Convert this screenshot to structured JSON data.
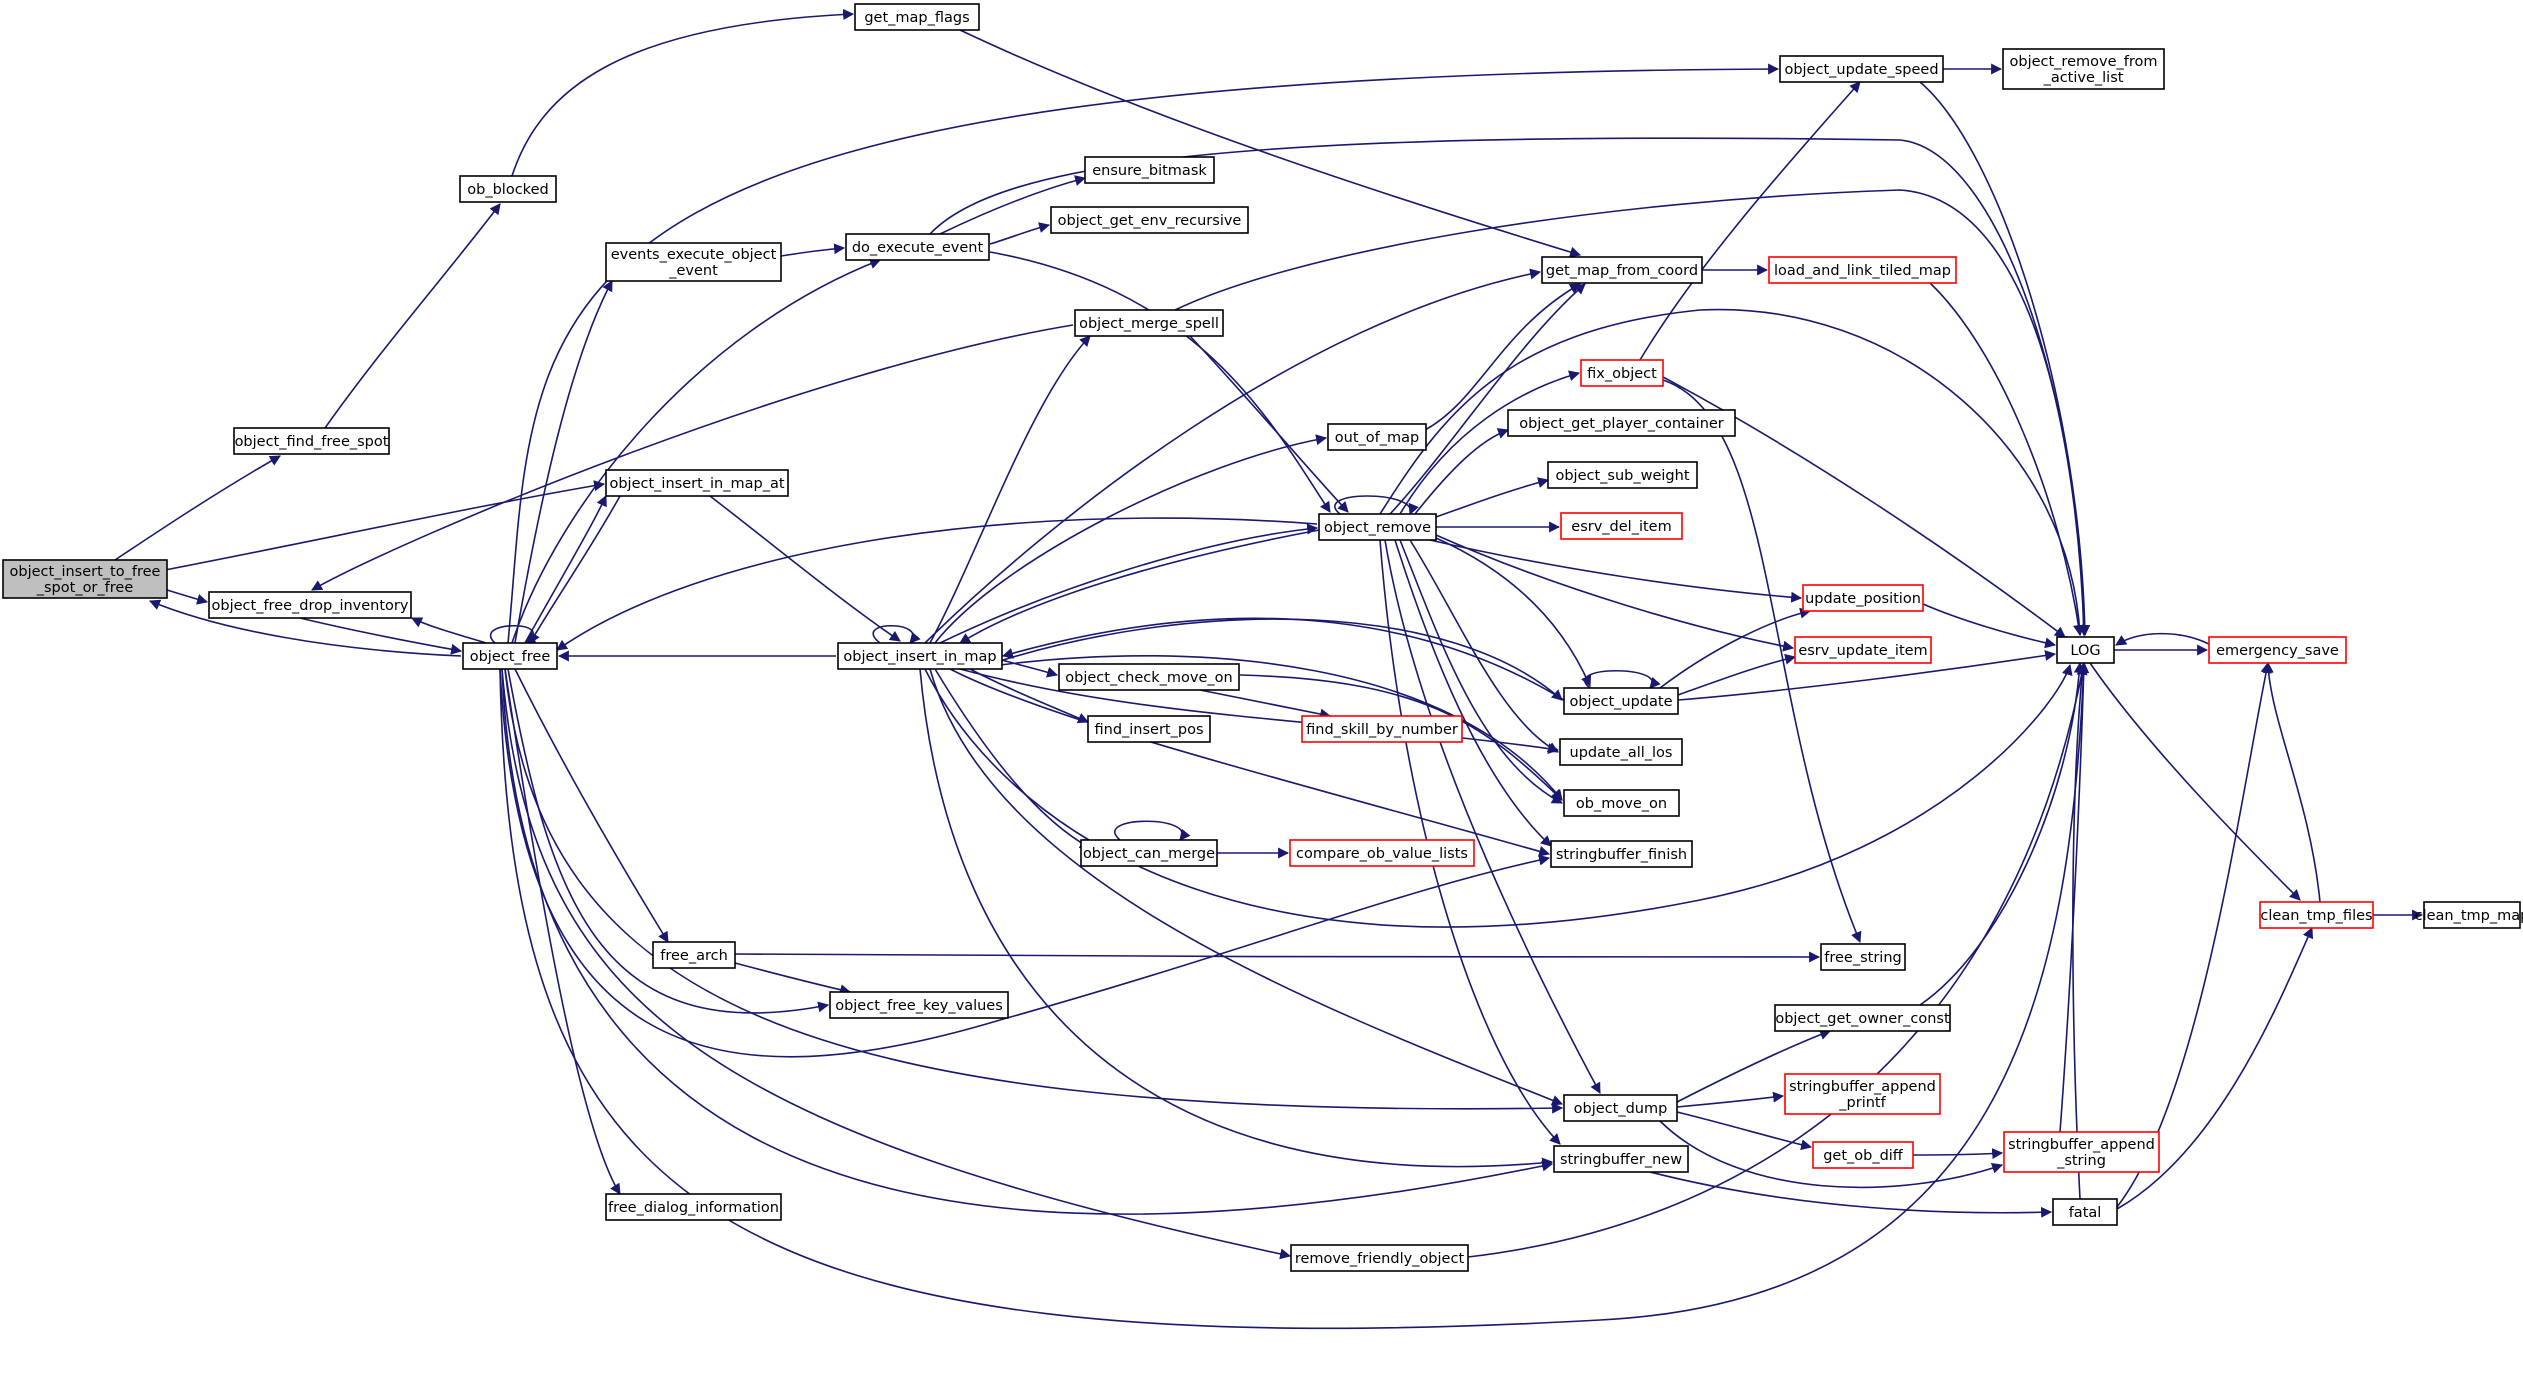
{
  "colors": {
    "edge": "#191970",
    "node_border_black": "#000000",
    "node_border_red": "#ff0000",
    "node_fill": "#ffffff",
    "root_fill": "#bfbfbf"
  },
  "nodes": {
    "n_root": {
      "lines": [
        "object_insert_to_free",
        "_spot_or_free"
      ],
      "border": "black",
      "root": true
    },
    "n_find_free": {
      "lines": [
        "object_find_free_spot"
      ],
      "border": "black"
    },
    "n_ob_blocked": {
      "lines": [
        "ob_blocked"
      ],
      "border": "black"
    },
    "n_get_map_flags": {
      "lines": [
        "get_map_flags"
      ],
      "border": "black"
    },
    "n_insert_at": {
      "lines": [
        "object_insert_in_map_at"
      ],
      "border": "black"
    },
    "n_free_drop": {
      "lines": [
        "object_free_drop_inventory"
      ],
      "border": "black"
    },
    "n_object_free": {
      "lines": [
        "object_free"
      ],
      "border": "black"
    },
    "n_events_exec": {
      "lines": [
        "events_execute_object",
        "_event"
      ],
      "border": "black"
    },
    "n_do_exec": {
      "lines": [
        "do_execute_event"
      ],
      "border": "black"
    },
    "n_ensure_bitmask": {
      "lines": [
        "ensure_bitmask"
      ],
      "border": "black"
    },
    "n_get_env_rec": {
      "lines": [
        "object_get_env_recursive"
      ],
      "border": "black"
    },
    "n_merge_spell": {
      "lines": [
        "object_merge_spell"
      ],
      "border": "black"
    },
    "n_out_of_map": {
      "lines": [
        "out_of_map"
      ],
      "border": "black"
    },
    "n_object_remove": {
      "lines": [
        "object_remove"
      ],
      "border": "black"
    },
    "n_insert_in_map": {
      "lines": [
        "object_insert_in_map"
      ],
      "border": "black"
    },
    "n_check_move_on": {
      "lines": [
        "object_check_move_on"
      ],
      "border": "black"
    },
    "n_find_insert_pos": {
      "lines": [
        "find_insert_pos"
      ],
      "border": "black"
    },
    "n_can_merge": {
      "lines": [
        "object_can_merge"
      ],
      "border": "black"
    },
    "n_find_skill": {
      "lines": [
        "find_skill_by_number"
      ],
      "border": "red"
    },
    "n_compare_ob": {
      "lines": [
        "compare_ob_value_lists"
      ],
      "border": "red"
    },
    "n_free_arch": {
      "lines": [
        "free_arch"
      ],
      "border": "black"
    },
    "n_free_key_values": {
      "lines": [
        "object_free_key_values"
      ],
      "border": "black"
    },
    "n_free_dialog": {
      "lines": [
        "free_dialog_information"
      ],
      "border": "black"
    },
    "n_remove_friendly": {
      "lines": [
        "remove_friendly_object"
      ],
      "border": "black"
    },
    "n_update_speed": {
      "lines": [
        "object_update_speed"
      ],
      "border": "black"
    },
    "n_remove_active": {
      "lines": [
        "object_remove_from",
        "_active_list"
      ],
      "border": "black"
    },
    "n_get_map_coord": {
      "lines": [
        "get_map_from_coord"
      ],
      "border": "black"
    },
    "n_load_link": {
      "lines": [
        "load_and_link_tiled_map"
      ],
      "border": "red"
    },
    "n_fix_object": {
      "lines": [
        "fix_object"
      ],
      "border": "red"
    },
    "n_get_player_cont": {
      "lines": [
        "object_get_player_container"
      ],
      "border": "black"
    },
    "n_sub_weight": {
      "lines": [
        "object_sub_weight"
      ],
      "border": "black"
    },
    "n_esrv_del": {
      "lines": [
        "esrv_del_item"
      ],
      "border": "red"
    },
    "n_update_position": {
      "lines": [
        "update_position"
      ],
      "border": "red"
    },
    "n_esrv_update": {
      "lines": [
        "esrv_update_item"
      ],
      "border": "red"
    },
    "n_object_update": {
      "lines": [
        "object_update"
      ],
      "border": "black"
    },
    "n_update_all_los": {
      "lines": [
        "update_all_los"
      ],
      "border": "black"
    },
    "n_ob_move_on": {
      "lines": [
        "ob_move_on"
      ],
      "border": "black"
    },
    "n_sb_finish": {
      "lines": [
        "stringbuffer_finish"
      ],
      "border": "black"
    },
    "n_free_string": {
      "lines": [
        "free_string"
      ],
      "border": "black"
    },
    "n_get_owner_const": {
      "lines": [
        "object_get_owner_const"
      ],
      "border": "black"
    },
    "n_object_dump": {
      "lines": [
        "object_dump"
      ],
      "border": "black"
    },
    "n_sb_append_printf": {
      "lines": [
        "stringbuffer_append",
        "_printf"
      ],
      "border": "red"
    },
    "n_get_ob_diff": {
      "lines": [
        "get_ob_diff"
      ],
      "border": "red"
    },
    "n_sb_new": {
      "lines": [
        "stringbuffer_new"
      ],
      "border": "black"
    },
    "n_LOG": {
      "lines": [
        "LOG"
      ],
      "border": "black"
    },
    "n_emergency_save": {
      "lines": [
        "emergency_save"
      ],
      "border": "red"
    },
    "n_clean_tmp_files": {
      "lines": [
        "clean_tmp_files"
      ],
      "border": "red"
    },
    "n_clean_tmp_map": {
      "lines": [
        "clean_tmp_map"
      ],
      "border": "black"
    },
    "n_sb_append_string": {
      "lines": [
        "stringbuffer_append",
        "_string"
      ],
      "border": "red"
    },
    "n_fatal": {
      "lines": [
        "fatal"
      ],
      "border": "black"
    }
  }
}
